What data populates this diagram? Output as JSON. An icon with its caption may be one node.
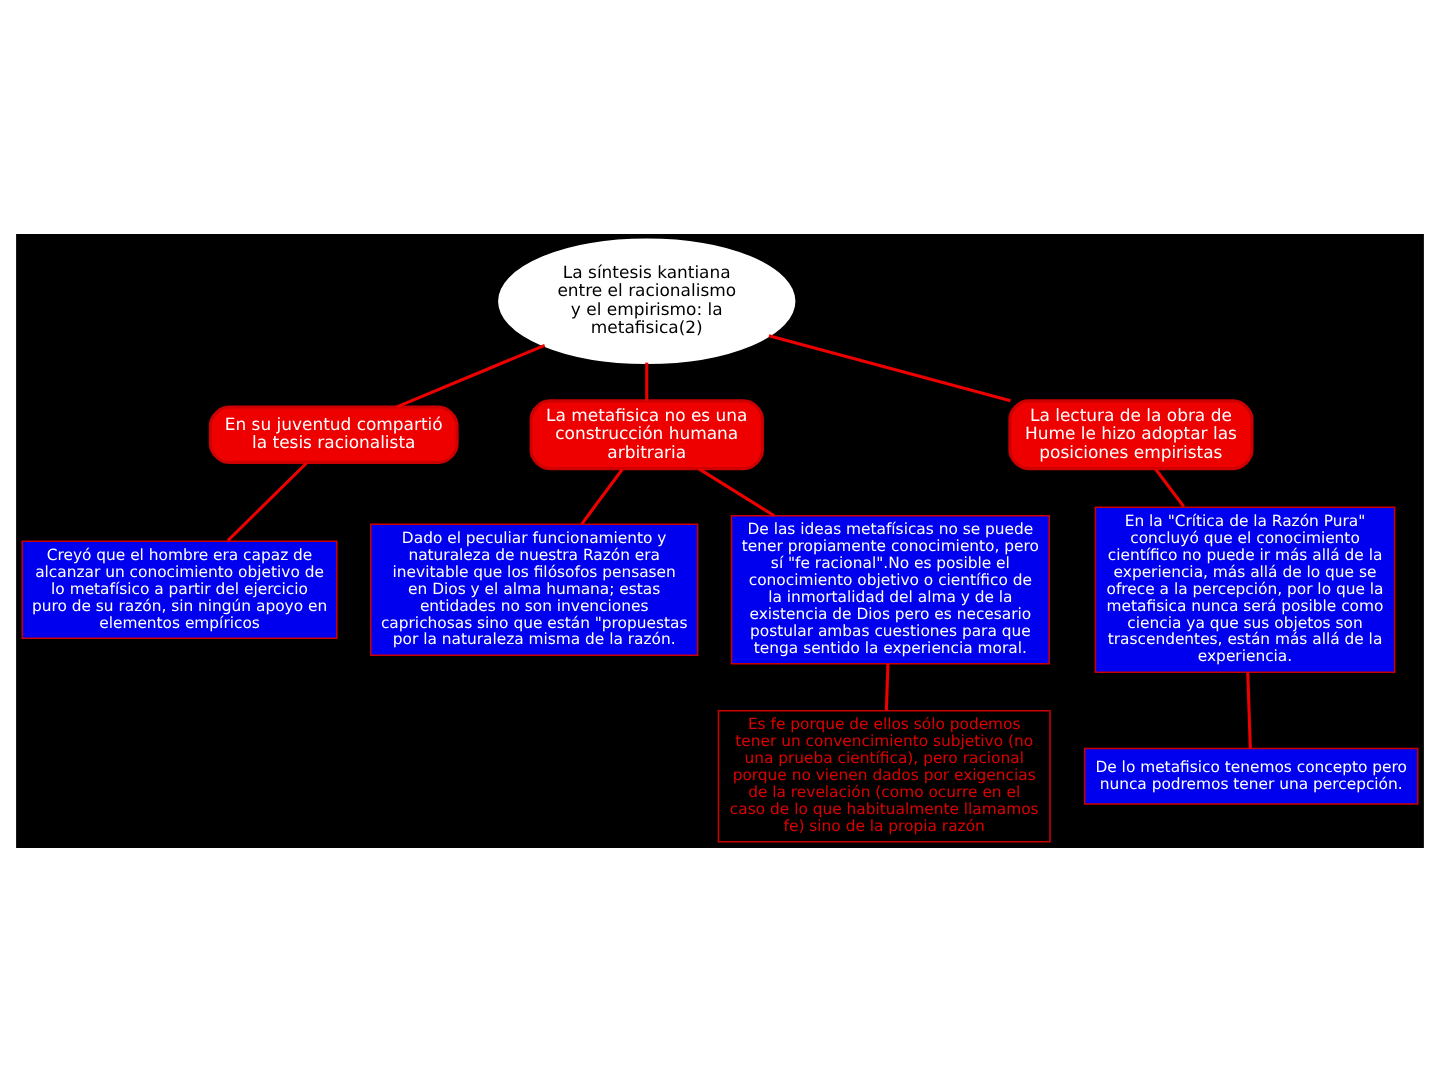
{
  "diagram": {
    "nodes": [
      {
        "text": [
          "La síntesis kantiana entre el racionalismo y el empirismo: la metafisica(2)"
        ]
      },
      {
        "text": [
          "En su juventud compartió la tesis racionalista"
        ]
      },
      {
        "text": [
          "Creyó que el hombre era capaz de alcanzar un conocimiento objetivo de lo metafísico a partir del ejercicio puro de su razón, sin ningún apoyo en elementos empíricos"
        ]
      },
      {
        "text": [
          "La metafisica no es una construcción humana arbitraria"
        ]
      },
      {
        "text": [
          "Dado el peculiar funcionamiento y naturaleza de nuestra Razón era inevitable que los filósofos pensasen en Dios y el alma humana; estas entidades no son invenciones caprichosas sino que están \"propuestas por la naturaleza misma de la razón."
        ]
      },
      {
        "text": [
          "De las ideas metafísicas no se puede tener propiamente conocimiento, pero sí \"fe racional\".No es posible el conocimiento objetivo o científico de la inmortalidad del alma y de la existencia de Dios pero es necesario postular ambas cuestiones para que tenga sentido la experiencia moral."
        ]
      },
      {
        "text": [
          "Es fe porque de ellos sólo podemos tener un convencimiento subjetivo (no una prueba científica), pero racional porque no vienen dados por exigencias de la revelación (como ocurre en el caso de lo que habitualmente llamamos fe) sino de la propia razón"
        ]
      },
      {
        "text": [
          "La lectura de la obra de Hume le hizo adoptar las posiciones empiristas"
        ]
      },
      {
        "text": [
          "En la \"Crítica de la Razón Pura\" concluyó que el conocimiento científico no puede ir más allá de la experiencia, más allá de lo que se ofrece a la percepción, por lo que la metafisica nunca será posible como ciencia ya que sus objetos son trascendentes, están más allá de la experiencia."
        ]
      },
      {
        "text": [
          "De lo metafisico tenemos concepto pero nunca podremos tener una percepción."
        ]
      }
    ],
    "edges": [
      {
        "from": 0,
        "to": 1,
        "arrow": "none"
      },
      {
        "from": 1,
        "to": 2,
        "arrow": "none"
      },
      {
        "from": 0,
        "to": 3,
        "arrow": "none"
      },
      {
        "from": 3,
        "to": 4,
        "arrow": "none"
      },
      {
        "from": 3,
        "to": 5,
        "arrow": "none"
      },
      {
        "from": 5,
        "to": 6,
        "arrow": "none"
      },
      {
        "from": 0,
        "to": 7,
        "arrow": "none"
      },
      {
        "from": 7,
        "to": 8,
        "arrow": "none"
      },
      {
        "from": 8,
        "to": 9,
        "arrow": "none"
      }
    ]
  }
}
